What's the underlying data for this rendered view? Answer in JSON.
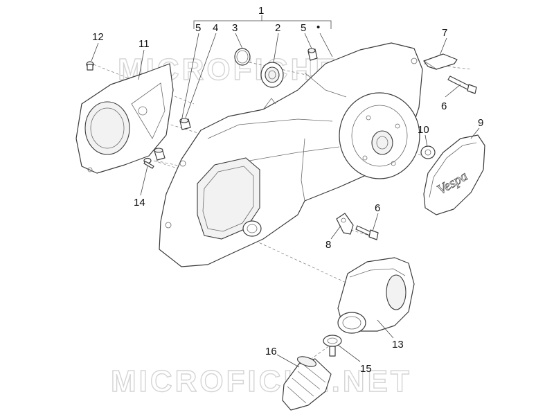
{
  "watermark": {
    "text": "MICROFICHE.NET",
    "color": "#d4d4d4"
  },
  "colors": {
    "line": "#3a3a3a",
    "label": "#111111",
    "background": "#ffffff"
  },
  "callouts": {
    "c1": "1",
    "c2": "2",
    "c3": "3",
    "c4": "4",
    "c5a": "5",
    "c5b": "5",
    "c6a": "6",
    "c6b": "6",
    "c7": "7",
    "c8": "8",
    "c9": "9",
    "c10": "10",
    "c11": "11",
    "c12": "12",
    "c13": "13",
    "c14": "14",
    "c15": "15",
    "c16": "16",
    "dot": "•"
  },
  "cover_logo": "Vespa"
}
